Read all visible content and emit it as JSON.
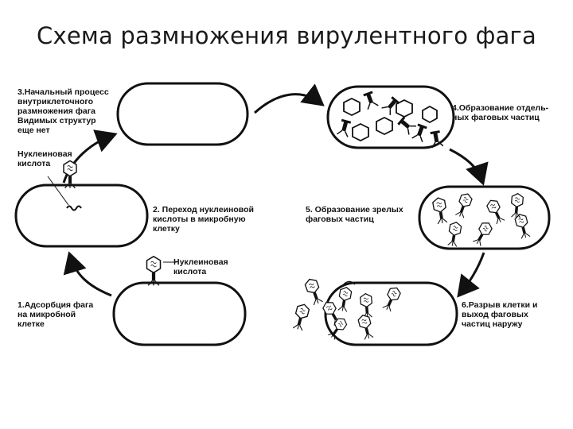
{
  "title": "Схема размножения вирулентного фага",
  "stages": [
    {
      "label": "1.Адсорбция фага\nна микробной\nклетке"
    },
    {
      "label": "2. Переход нуклеиновой\nкислоты в микробную\nклетку"
    },
    {
      "label": "3.Начальный процесс\nвнутриклеточного\nразмножения фага\nВидимых структур\nеще нет"
    },
    {
      "label": "4.Образование отдель-\nных фаговых частиц"
    },
    {
      "label": "5. Образование зрелых\nфаговых частиц"
    },
    {
      "label": "6.Разрыв клетки и\nвыход фаговых\nчастиц наружу"
    }
  ],
  "annotations": {
    "nucleic_acid_top": "Нуклеиновая\nкислота",
    "nucleic_acid_middle": "Нуклеиновая\nкислота"
  },
  "colors": {
    "ink": "#111111",
    "background": "#ffffff"
  }
}
